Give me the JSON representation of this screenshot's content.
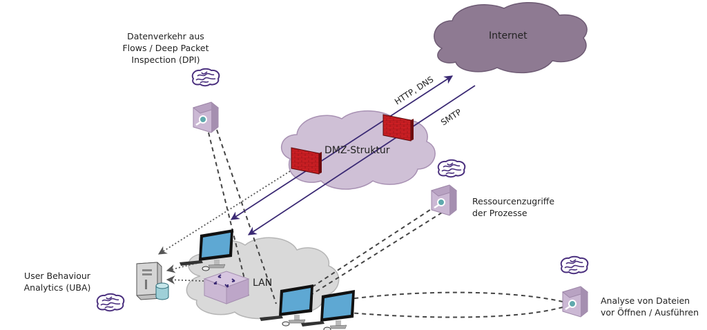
{
  "labels": {
    "dpi": [
      "Datenverkehr aus",
      "Flows / Deep Packet",
      "Inspection (DPI)"
    ],
    "uba": [
      "User Behaviour",
      "Analytics (UBA)"
    ],
    "resources": [
      "Ressourcenzugriffe",
      "der Prozesse"
    ],
    "file_analysis": [
      "Analyse von Dateien",
      "vor Öffnen / Ausführen"
    ]
  },
  "clouds": {
    "internet": "Internet",
    "dmz": "DMZ-Struktur",
    "lan": "LAN"
  },
  "protocols": {
    "outbound": "HTTP, DNS",
    "inbound": "SMTP"
  },
  "colors": {
    "internet_cloud": "#8e7a92",
    "dmz_cloud": "#cfc0d6",
    "lan_cloud": "#d9d9d9",
    "firewall": "#cc1f24",
    "arrow": "#3b2a74",
    "sensor": "#cbb8d4",
    "sensor_lens": "#5fa9ad",
    "brain": "#4a2f7e",
    "screen": "#5ea8d3"
  }
}
